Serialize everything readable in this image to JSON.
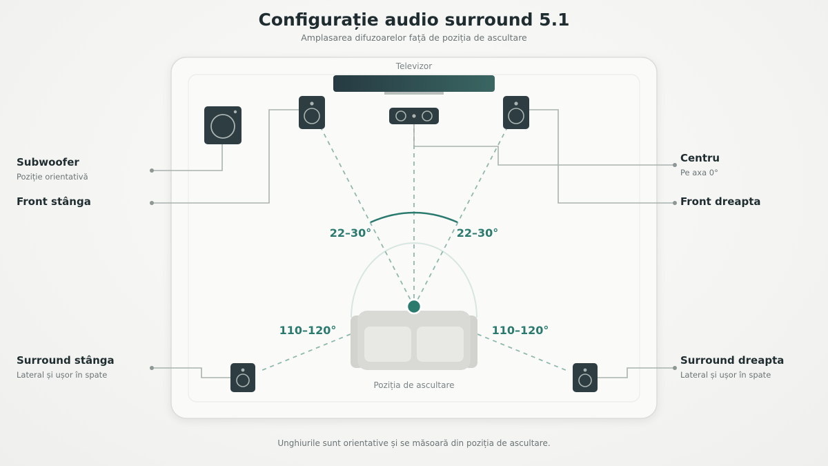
{
  "title": "Configurație audio surround 5.1",
  "subtitle": "Amplasarea difuzoarelor față de poziția de ascultare",
  "tv_label": "Televizor",
  "labels": {
    "subwoofer": {
      "title": "Subwoofer",
      "sub": "Poziție orientativă"
    },
    "front_left": {
      "title": "Front stânga"
    },
    "center": {
      "title": "Centru",
      "sub": "Pe axa 0°"
    },
    "front_right": {
      "title": "Front dreapta"
    },
    "surround_left": {
      "title": "Surround stânga",
      "sub": "Lateral și ușor în spate"
    },
    "surround_right": {
      "title": "Surround dreapta",
      "sub": "Lateral și ușor în spate"
    }
  },
  "angles": {
    "front": "22–30°",
    "surround": "110–120°"
  },
  "listening_label": "Poziția de ascultare",
  "footnote": "Unghiurile sunt orientative și se măsoară din poziția de ascultare.",
  "colors": {
    "speaker": "#2e3d42",
    "accent": "#2a7a6e",
    "dashed_line": "#8fb8ad",
    "leader_line": "#a9b1ae",
    "sofa": "#d6d6d2"
  }
}
